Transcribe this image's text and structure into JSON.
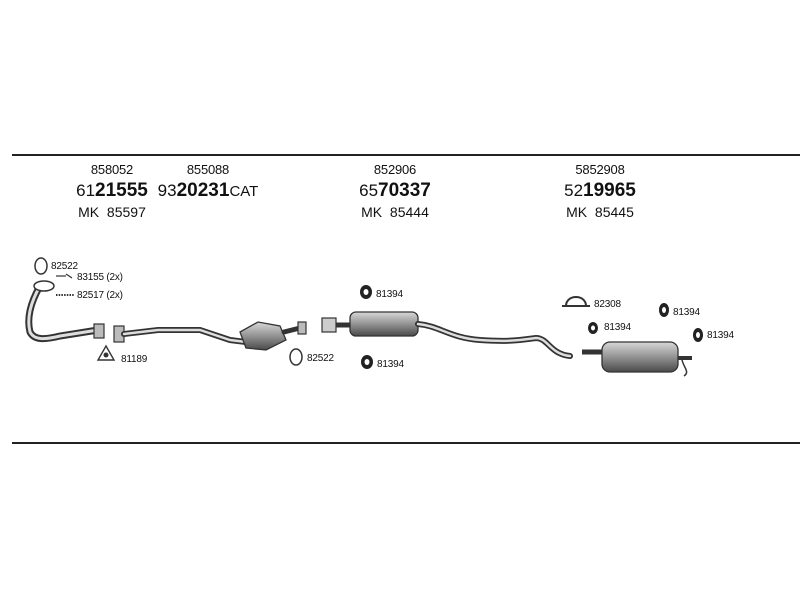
{
  "groups": [
    {
      "oe": "858052",
      "prefix": "61",
      "main": "21555",
      "suffix": "",
      "mk_prefix": "MK",
      "mk": "85597"
    },
    {
      "oe": "855088",
      "prefix": "93",
      "main": "20231",
      "suffix": "CAT",
      "mk_prefix": "",
      "mk": ""
    },
    {
      "oe": "852906",
      "prefix": "65",
      "main": "70337",
      "suffix": "",
      "mk_prefix": "MK",
      "mk": "85444"
    },
    {
      "oe": "5852908",
      "prefix": "52",
      "main": "19965",
      "suffix": "",
      "mk_prefix": "MK",
      "mk": "85445"
    }
  ],
  "callouts": {
    "gasket_82522_a": "82522",
    "clamp_83155": "83155 (2x)",
    "bolt_82517": "82517 (2x)",
    "gasket_81189": "81189",
    "gasket_82522_b": "82522",
    "hanger_81394_a": "81394",
    "hanger_81394_b": "81394",
    "clamp_82308": "82308",
    "hanger_81394_c": "81394",
    "hanger_81394_d": "81394",
    "hanger_81394_e": "81394"
  },
  "colors": {
    "line": "#222222",
    "part": "#333333",
    "muffler_fill": "#8a8a8a"
  }
}
